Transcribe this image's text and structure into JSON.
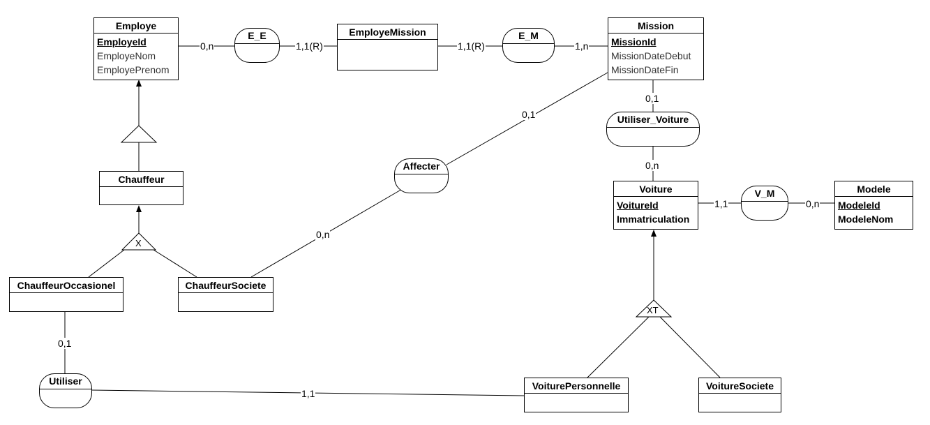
{
  "entities": {
    "employe": {
      "title": "Employe",
      "attrs": [
        "EmployeId",
        "EmployeNom",
        "EmployePrenom"
      ]
    },
    "employe_mission": {
      "title": "EmployeMission"
    },
    "mission": {
      "title": "Mission",
      "attrs": [
        "MissionId",
        "MissionDateDebut",
        "MissionDateFin"
      ]
    },
    "chauffeur": {
      "title": "Chauffeur"
    },
    "chauffeur_occasionel": {
      "title": "ChauffeurOccasionel"
    },
    "chauffeur_societe": {
      "title": "ChauffeurSociete"
    },
    "voiture": {
      "title": "Voiture",
      "attrs": [
        "VoitureId",
        "Immatriculation"
      ]
    },
    "modele": {
      "title": "Modele",
      "attrs": [
        "ModeleId",
        "ModeleNom"
      ]
    },
    "voiture_personnelle": {
      "title": "VoiturePersonnelle"
    },
    "voiture_societe": {
      "title": "VoitureSociete"
    }
  },
  "relations": {
    "e_e": "E_E",
    "e_m": "E_M",
    "utiliser_voiture": "Utiliser_Voiture",
    "affecter": "Affecter",
    "v_m": "V_M",
    "utiliser": "Utiliser"
  },
  "cardinalities": {
    "employe_ee": "0,n",
    "ee_employemission": "1,1(R)",
    "employemission_em": "1,1(R)",
    "em_mission": "1,n",
    "mission_affecter": "0,1",
    "affecter_chauffeursociete": "0,n",
    "mission_utiliservoiture": "0,1",
    "utiliservoiture_voiture": "0,n",
    "voiture_vm": "1,1",
    "vm_modele": "0,n",
    "chauffeuroccasionel_utiliser": "0,1",
    "utiliser_voiturepersonnelle": "1,1"
  },
  "inheritance": {
    "chauffeur_kind": "X",
    "voiture_kind": "XT"
  }
}
